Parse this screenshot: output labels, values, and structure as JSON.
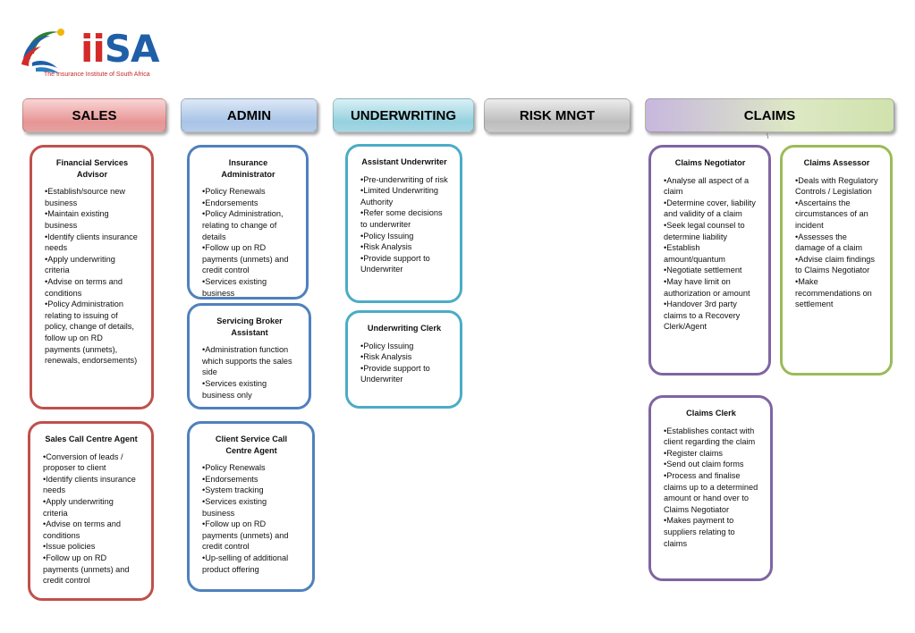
{
  "logo": {
    "name": "iiSA",
    "tagline": "The Insurance Institute of South Africa"
  },
  "headers": {
    "sales": "SALES",
    "admin": "ADMIN",
    "underwriting": "UNDERWRITING",
    "risk": "RISK MNGT",
    "claims": "CLAIMS"
  },
  "boxes": {
    "fsa": {
      "title": "Financial Services Advisor",
      "items": [
        "•Establish/source new business",
        "•Maintain existing business",
        "•Identify clients insurance needs",
        "•Apply underwriting criteria",
        "•Advise on terms and conditions",
        "•Policy Administration relating to issuing of policy, change of details, follow up on RD payments (unmets), renewals, endorsements)"
      ]
    },
    "sales_cc": {
      "title": "Sales Call Centre Agent",
      "items": [
        "•Conversion of leads / proposer to client",
        "•Identify clients insurance needs",
        "•Apply underwriting criteria",
        "•Advise on terms and conditions",
        "•Issue policies",
        "•Follow up on RD payments (unmets) and credit control"
      ]
    },
    "ins_admin": {
      "title": "Insurance Administrator",
      "items": [
        "•Policy Renewals",
        "•Endorsements",
        "•Policy Administration, relating to change of details",
        "•Follow up on RD payments (unmets) and credit control",
        "•Services existing business"
      ]
    },
    "sba": {
      "title": "Servicing Broker Assistant",
      "items": [
        "•Administration function which supports the sales side",
        "•Services existing business only"
      ]
    },
    "client_cc": {
      "title": "Client Service Call Centre Agent",
      "items": [
        "•Policy Renewals",
        "•Endorsements",
        "•System tracking",
        "•Services existing business",
        "•Follow up on RD payments (unmets) and credit control",
        "•Up-selling of additional product offering"
      ]
    },
    "asst_uw": {
      "title": "Assistant Underwriter",
      "items": [
        "•Pre-underwriting  of risk",
        "•Limited Underwriting Authority",
        "•Refer some decisions to underwriter",
        "•Policy Issuing",
        "•Risk Analysis",
        "•Provide support to Underwriter"
      ]
    },
    "uw_clerk": {
      "title": "Underwriting Clerk",
      "items": [
        "•Policy Issuing",
        "•Risk Analysis",
        "•Provide support to Underwriter"
      ]
    },
    "claims_neg": {
      "title": "Claims Negotiator",
      "items": [
        "•Analyse all aspect of a claim",
        "•Determine cover, liability and validity of a claim",
        "•Seek legal counsel to determine liability",
        "•Establish amount/quantum",
        "•Negotiate settlement",
        "•May have limit on authorization or amount",
        "•Handover 3rd party claims to a Recovery Clerk/Agent"
      ]
    },
    "claims_assessor": {
      "title": "Claims Assessor",
      "items": [
        "•Deals with Regulatory Controls / Legislation",
        "•Ascertains the circumstances of an incident",
        "•Assesses the damage of a claim",
        "•Advise claim findings to Claims Negotiator",
        "•Make recommendations on settlement"
      ]
    },
    "claims_clerk": {
      "title": "Claims Clerk",
      "items": [
        "•Establishes contact with client regarding the claim",
        "•Register claims",
        "•Send out claim forms",
        "•Process and finalise claims up to a determined amount or hand over to Claims Negotiator",
        "•Makes payment to suppliers relating to claims"
      ]
    }
  },
  "mark": "\\",
  "colors": {
    "sales": "#c0504d",
    "admin": "#4f81bd",
    "underwriting": "#4bacc6",
    "claims_purple": "#8064a2",
    "claims_green": "#9bbb59",
    "logo_red": "#d42a2a",
    "logo_blue": "#1f5fa8"
  }
}
